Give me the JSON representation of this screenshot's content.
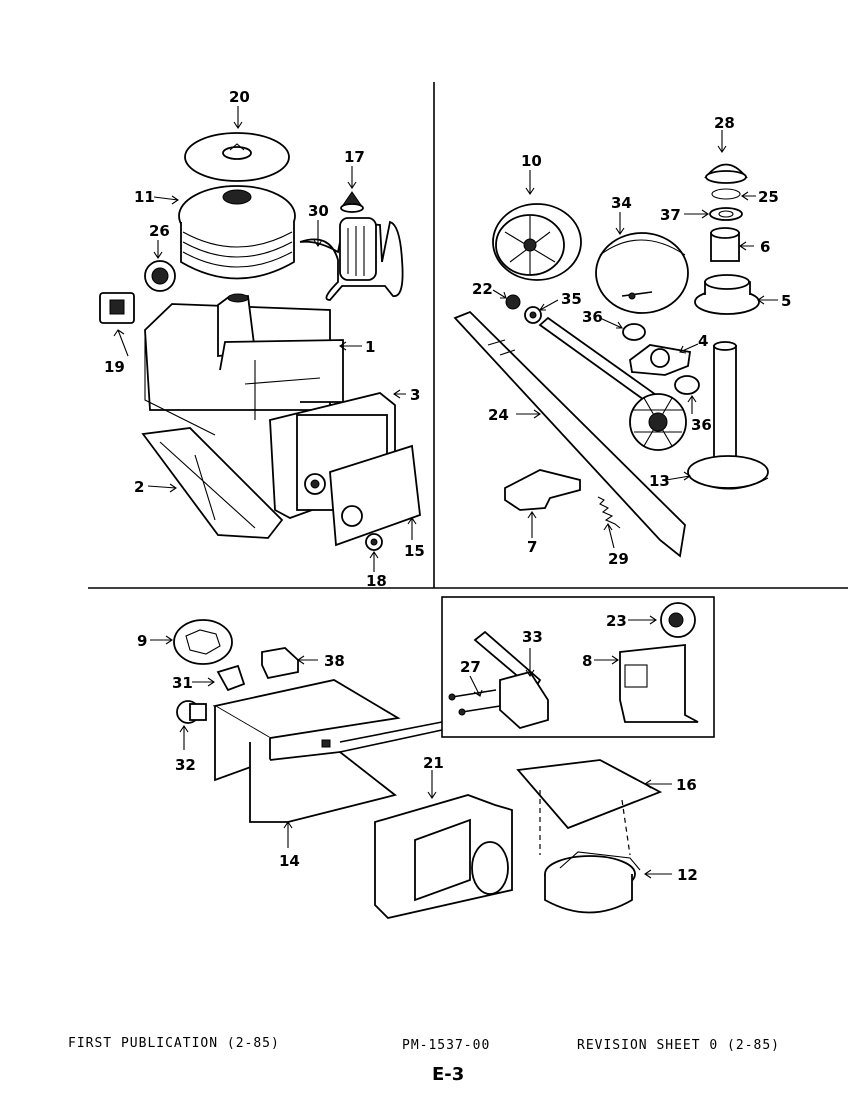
{
  "footer": {
    "left": "FIRST PUBLICATION (2-85)",
    "center": "PM-1537-00",
    "right": "REVISION SHEET 0 (2-85)",
    "page": "E-3"
  },
  "callouts": {
    "n1": "1",
    "n2": "2",
    "n3": "3",
    "n4": "4",
    "n5": "5",
    "n6": "6",
    "n7": "7",
    "n8": "8",
    "n9": "9",
    "n10": "10",
    "n11": "11",
    "n12": "12",
    "n13": "13",
    "n14": "14",
    "n15": "15",
    "n16": "16",
    "n17": "17",
    "n18": "18",
    "n19": "19",
    "n20": "20",
    "n21": "21",
    "n22": "22",
    "n23": "23",
    "n24": "24",
    "n25": "25",
    "n26": "26",
    "n27": "27",
    "n28": "28",
    "n29": "29",
    "n30": "30",
    "n31": "31",
    "n32": "32",
    "n33": "33",
    "n34": "34",
    "n35": "35",
    "n36": "36",
    "n37": "37",
    "n38": "38"
  }
}
